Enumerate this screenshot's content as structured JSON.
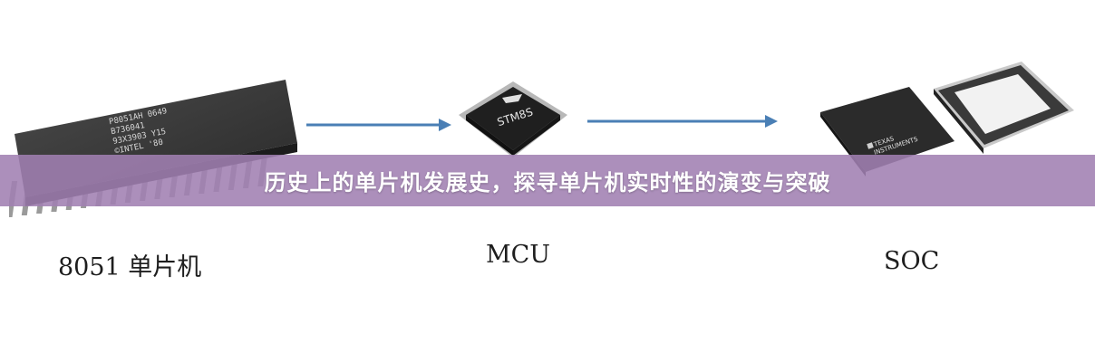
{
  "banner": {
    "title": "历史上的单片机发展史，探寻单片机实时性的演变与突破"
  },
  "chips": {
    "dip": {
      "caption": "8051 单片机",
      "marking_lines": [
        "P8051AH 0649",
        "B736041",
        "93X3903 Y15",
        "©INTEL '80"
      ]
    },
    "mcu": {
      "caption": "MCU",
      "marking": "STM8S"
    },
    "soc": {
      "caption": "SOC",
      "marking_lines": [
        "TEXAS",
        "INSTRUMENTS"
      ]
    }
  },
  "colors": {
    "banner": "#a080b2",
    "arrow": "#4a7fb5",
    "chip_body": "#2b2b2b"
  },
  "icons": [
    "arrow-right-icon",
    "st-logo-icon",
    "ti-logo-icon"
  ]
}
